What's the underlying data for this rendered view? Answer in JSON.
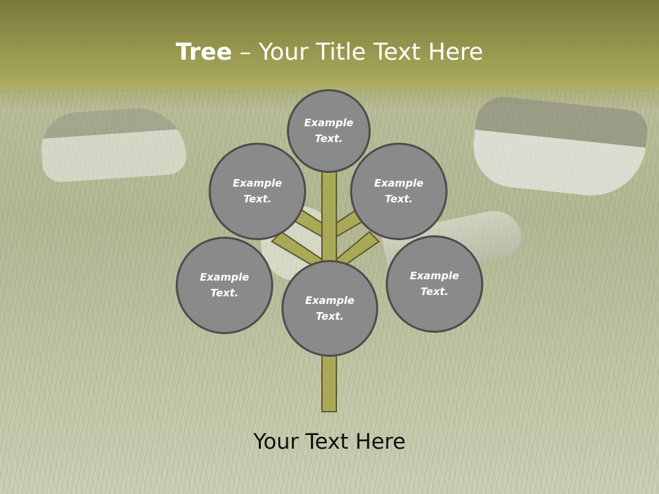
{
  "slide": {
    "title_bold": "Tree",
    "title_rest": " – Your Title Text Here",
    "footer_text": "Your Text Here"
  },
  "bubbles": [
    {
      "line1": "Example",
      "line2": "Text."
    },
    {
      "line1": "Example",
      "line2": "Text."
    },
    {
      "line1": "Example",
      "line2": "Text."
    },
    {
      "line1": "Example",
      "line2": "Text."
    },
    {
      "line1": "Example",
      "line2": "Text."
    },
    {
      "line1": "Example",
      "line2": "Text."
    }
  ],
  "colors": {
    "header": "#a7a85a",
    "branch": "#a9a957",
    "bubble_fill": "#8a8a8a",
    "bubble_border": "#4d4d4d"
  }
}
